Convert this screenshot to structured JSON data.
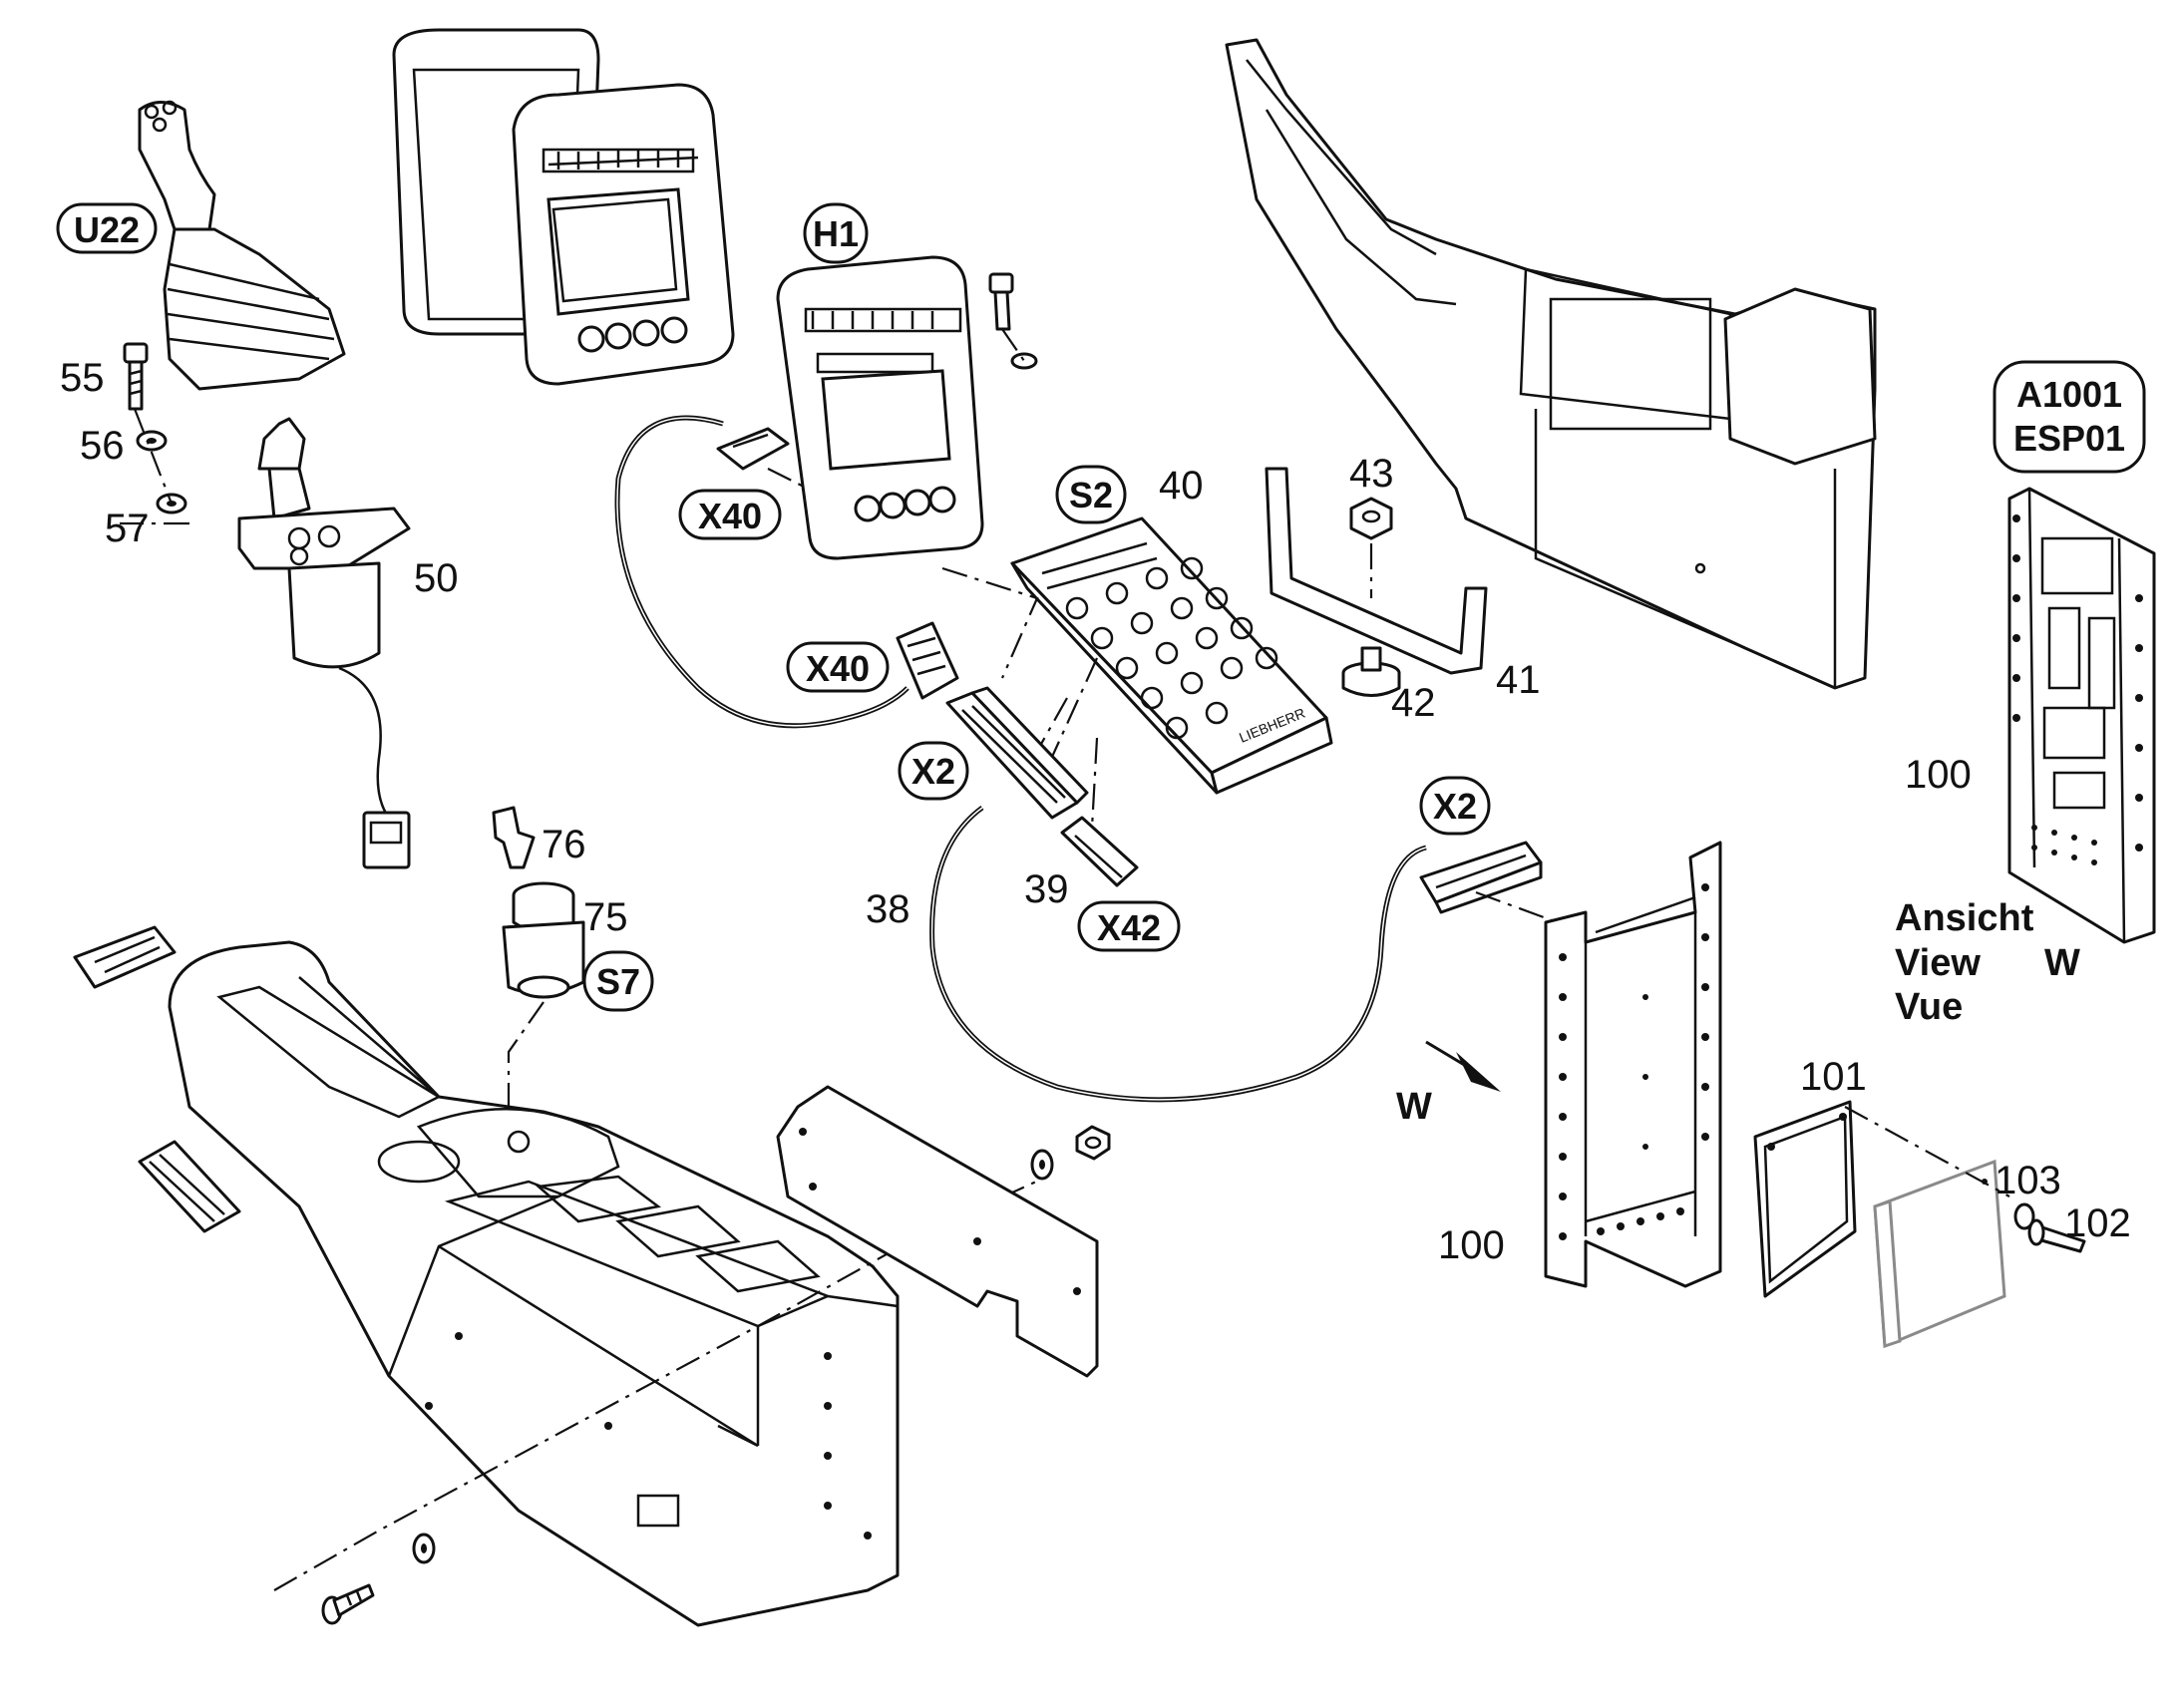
{
  "callouts": {
    "c38": "38",
    "c39": "39",
    "c40": "40",
    "c41": "41",
    "c42": "42",
    "c43": "43",
    "c50": "50",
    "c55": "55",
    "c56": "56",
    "c57": "57",
    "c75": "75",
    "c76": "76",
    "c100a": "100",
    "c100b": "100",
    "c101": "101",
    "c102": "102",
    "c103": "103"
  },
  "tags": {
    "u22": "U22",
    "h1": "H1",
    "s2": "S2",
    "s7": "S7",
    "x40a": "X40",
    "x40b": "X40",
    "x2a": "X2",
    "x2b": "X2",
    "x42": "X42",
    "a1001": "A1001",
    "esp01": "ESP01"
  },
  "view_note": {
    "line1": "Ansicht",
    "line2": "View",
    "line3": "Vue",
    "letter": "W",
    "arrow_letter": "W"
  },
  "brand_mark": "LIEBHERR"
}
